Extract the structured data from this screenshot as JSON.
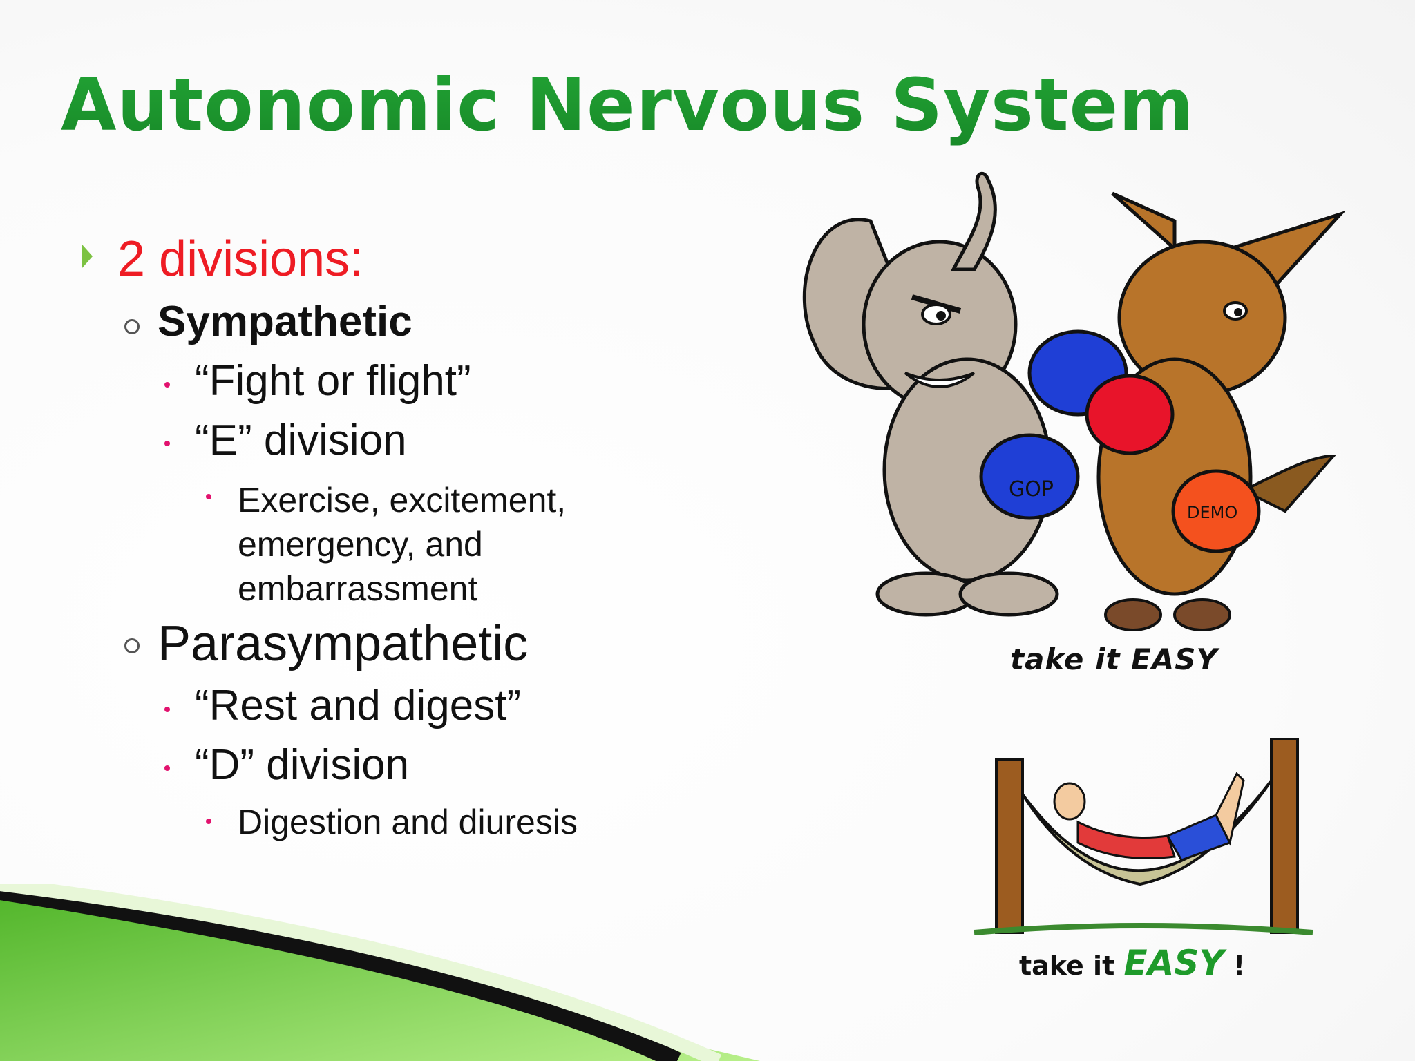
{
  "slide": {
    "title": "Autonomic Nervous System",
    "heading": "2 divisions:",
    "sympathetic": {
      "label": "Sympathetic",
      "points": [
        "“Fight or flight”",
        "“E” division"
      ],
      "detail": "Exercise, excitement, emergency, and embarrassment"
    },
    "parasympathetic": {
      "label": "Parasympathetic",
      "points": [
        "“Rest and digest”",
        "“D” division"
      ],
      "detail": "Digestion and diuresis"
    }
  },
  "illustrations": {
    "boxing": {
      "left_glove_text": "GOP",
      "right_glove_text": "DEMO",
      "caption": "take it EASY"
    },
    "hammock": {
      "caption_prefix": "take it",
      "caption_emphasis": "EASY",
      "caption_suffix": "!"
    }
  },
  "colors": {
    "title": "#1f9a2e",
    "heading": "#ee1c24",
    "accent_green": "#7cc242",
    "sub_bullet": "#e2126e"
  }
}
